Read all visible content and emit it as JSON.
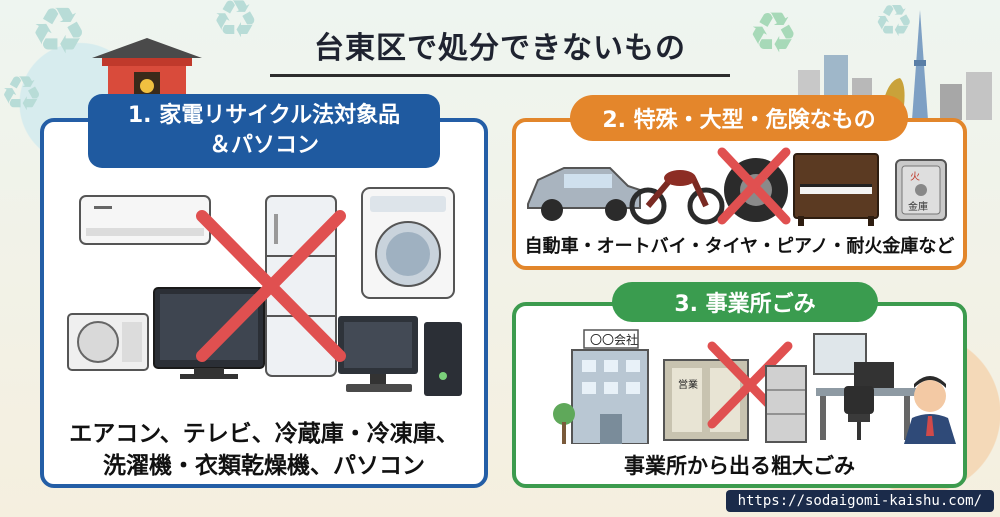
{
  "title": "台東区で処分できないもの",
  "sections": [
    {
      "number_label": "1. 家電リサイクル法対象品",
      "label_line2": "＆パソコン",
      "caption_line1": "エアコン、テレビ、冷蔵庫・冷凍庫、",
      "caption_line2": "洗濯機・衣類乾燥機、パソコン"
    },
    {
      "number_label": "2. 特殊・大型・危険なもの",
      "caption": "自動車・オートバイ・タイヤ・ピアノ・耐火金庫など",
      "safe_labels": [
        "火",
        "金庫"
      ]
    },
    {
      "number_label": "3. 事業所ごみ",
      "caption": "事業所から出る粗大ごみ",
      "building_sign": "〇〇会社",
      "door_sign": "営業"
    }
  ],
  "footer_url": "https://sodaigomi-kaishu.com/",
  "colors": {
    "section1": "#245ea6",
    "section2": "#e2862b",
    "section3": "#3c9b4e",
    "cross": "#e05050"
  }
}
